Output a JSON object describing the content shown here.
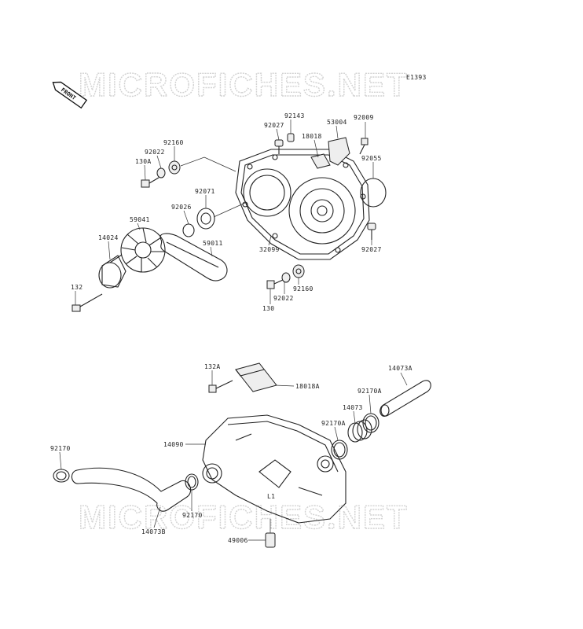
{
  "watermark": {
    "text": "MICROFICHES.NET"
  },
  "diagram_code": "E1393",
  "front_label": "FRONT",
  "labels": {
    "l_92143": "92143",
    "l_92027_a": "92027",
    "l_53004": "53004",
    "l_92009": "92009",
    "l_18018": "18018",
    "l_92160_a": "92160",
    "l_92022_a": "92022",
    "l_130A": "130A",
    "l_92055": "92055",
    "l_92071": "92071",
    "l_92026": "92026",
    "l_59041": "59041",
    "l_14024": "14024",
    "l_59011": "59011",
    "l_32099": "32099",
    "l_92027_b": "92027",
    "l_132": "132",
    "l_92160_b": "92160",
    "l_92022_b": "92022",
    "l_130": "130",
    "l_132A": "132A",
    "l_18018A": "18018A",
    "l_14073A": "14073A",
    "l_92170A_a": "92170A",
    "l_14073": "14073",
    "l_92170A_b": "92170A",
    "l_14090": "14090",
    "l_92170_a": "92170",
    "l_92170_b": "92170",
    "l_14073B": "14073B",
    "l_L1": "L1",
    "l_49006": "49006"
  }
}
